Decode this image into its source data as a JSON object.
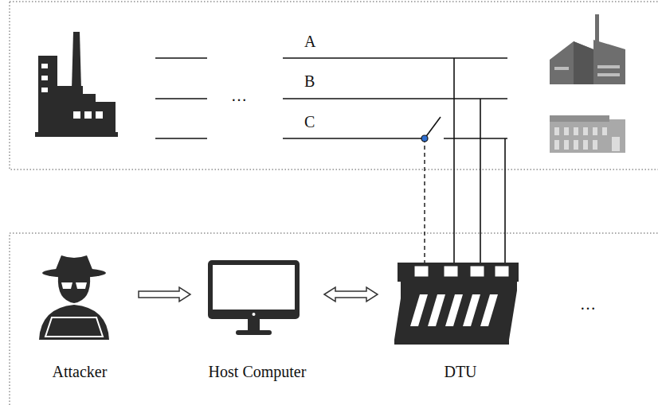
{
  "diagram": {
    "nodes": [
      {
        "text": [
          "Attacker"
        ]
      },
      {
        "text": [
          "Host Computer"
        ]
      },
      {
        "text": [
          "DTU"
        ]
      }
    ],
    "edges": [
      {
        "from": 0,
        "to": 1,
        "arrow": "to"
      },
      {
        "from": 1,
        "to": 2,
        "arrow": "both"
      }
    ],
    "labels": [
      "A",
      "B",
      "C",
      "…",
      "…"
    ]
  }
}
